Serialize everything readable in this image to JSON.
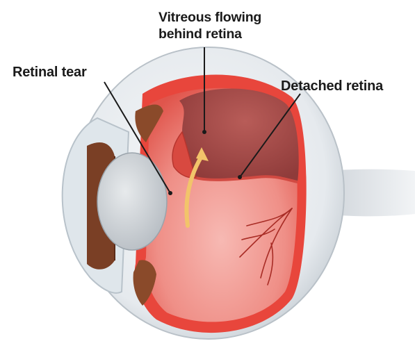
{
  "labels": {
    "vitreous_line1": "Vitreous flowing",
    "vitreous_line2": "behind retina",
    "retinal_tear": "Retinal tear",
    "detached_retina": "Detached retina"
  },
  "colors": {
    "background": "#ffffff",
    "sclera": "#e9edf0",
    "retina": "#e8463c",
    "detached_retina": "#cf5a55",
    "vitreous": "#f1a6a0",
    "lens": "#d5d9dd",
    "iris": "#8a4a2a",
    "arrow": "#f2c46a",
    "optic_nerve": "#e3e6e9",
    "text": "#1a1a1a"
  }
}
